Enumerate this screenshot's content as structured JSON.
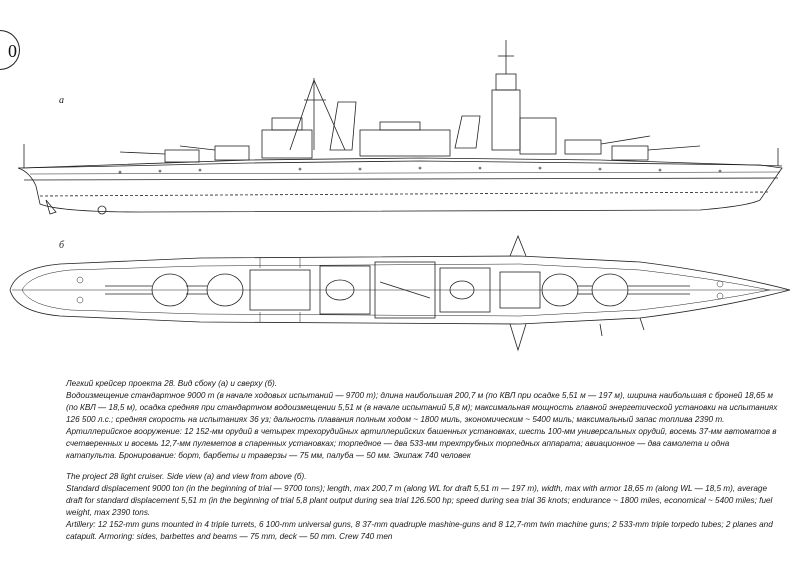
{
  "page": {
    "number": "0"
  },
  "views": {
    "side_label": "а",
    "top_label": "б"
  },
  "caption_ru": {
    "title": "Легкий крейсер проекта 28. Вид сбоку (а) и сверху (б).",
    "specs": "Водоизмещение стандартное 9000 т (в начале ходовых испытаний — 9700 т); длина наибольшая 200,7 м (по КВЛ при осадке 5,51 м — 197 м), ширина наибольшая с броней 18,65 м (по КВЛ — 18,5 м), осадка средняя при стандартном водоизмещении 5,51 м (в начале испытаний 5,8 м); максимальная мощность главной энергетической установки на испытаниях 126 500 л.с.; средняя скорость на испытаниях 36 уз; дальность плавания полным ходом ~ 1800 миль, экономическим ~ 5400 миль; максимальный запас топлива 2390 т.",
    "armament": "Артиллерийское вооружение: 12 152-мм орудий в четырех трехорудийных артиллерийских башенных установках, шесть 100-мм универсальных орудий, восемь 37-мм автоматов в счетверенных и восемь 12,7-мм пулеметов в спаренных установках; торпедное — два 533-мм трехтрубных торпедных аппарата; авиационное — два самолета и одна катапульта. Бронирование: борт, барбеты и траверзы — 75 мм, палуба — 50 мм. Экипаж 740 человек"
  },
  "caption_en": {
    "title": "The project 28 light cruiser. Side view (a) and view from above (б).",
    "specs": "Standard displacement 9000 ton (in the beginning of trial — 9700 tons); length, max 200,7 m (along WL for draft 5,51 m — 197 m), width, max with armor 18,65 m (along WL — 18,5 m), average draft for standard displacement 5,51 m (in the beginning of trial 5,8 plant output during sea trial 126.500 hp; speed during sea trial 36 knots; endurance ~ 1800 miles, economical ~ 5400 miles; fuel weight, max 2390 tons.",
    "armament": "Artillery: 12 152-mm guns mounted in 4 triple turrets, 6 100-mm universal guns, 8 37-mm quadruple mashine-guns and 8 12,7-mm twin machine guns; 2 533-mm triple torpedo tubes; 2 planes and catapult. Armoring: sides, barbettes and beams — 75 mm, deck — 50 mm. Crew 740 men"
  }
}
